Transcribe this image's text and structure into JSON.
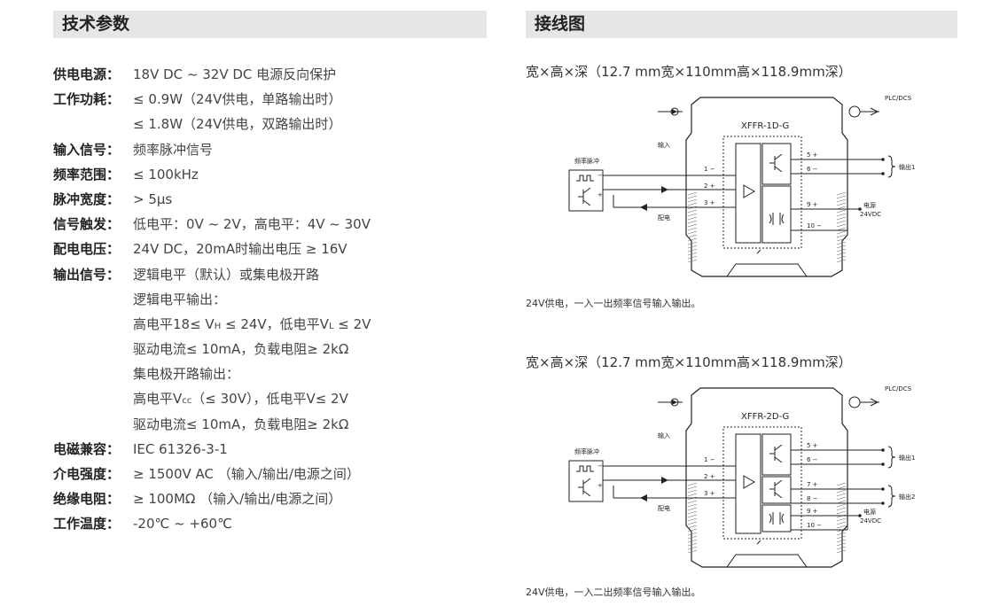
{
  "left": {
    "header": "技术参数",
    "specs": [
      {
        "label": "供电电源：",
        "value": "18V DC ~ 32V DC    电源反向保护"
      },
      {
        "label": "工作功耗：",
        "value": "≤ 0.9W（24V供电，单路输出时）"
      },
      {
        "label": "",
        "value": "≤ 1.8W（24V供电，双路输出时）"
      },
      {
        "label": "输入信号：",
        "value": "频率脉冲信号"
      },
      {
        "label": "频率范围：",
        "value": "≤ 100kHz"
      },
      {
        "label": "脉冲宽度：",
        "value": "> 5μs"
      },
      {
        "label": "信号触发：",
        "value": "低电平：0V ~ 2V，高电平：4V ~ 30V"
      },
      {
        "label": "配电电压：",
        "value": "24V DC，20mA时输出电压 ≥ 16V"
      },
      {
        "label": "输出信号：",
        "value": "逻辑电平（默认）或集电极开路"
      },
      {
        "label": "",
        "value": "逻辑电平输出："
      },
      {
        "label": "",
        "value": "高电平18≤ V",
        "sub": "H",
        "value2": " ≤ 24V，低电平V",
        "sub2": "L",
        "value3": " ≤ 2V"
      },
      {
        "label": "",
        "value": "驱动电流≤ 10mA，负载电阻≥ 2kΩ"
      },
      {
        "label": "",
        "value": "集电极开路输出："
      },
      {
        "label": "",
        "value": "高电平V",
        "sub": "cc",
        "value2": "（≤ 30V），低电平V≤ 2V"
      },
      {
        "label": "",
        "value": "驱动电流≤ 10mA，负载电阻≥ 2kΩ"
      },
      {
        "label": "电磁兼容：",
        "value": "IEC 61326-3-1"
      },
      {
        "label": "介电强度：",
        "value": "≥ 1500V AC （输入/输出/电源之间）"
      },
      {
        "label": "绝缘电阻：",
        "value": "≥ 100MΩ （输入/输出/电源之间）"
      },
      {
        "label": "工作温度：",
        "value": "-20℃ ~ +60℃"
      }
    ]
  },
  "right": {
    "header": "接线图",
    "diagrams": [
      {
        "dims": "宽×高×深（12.7 mm宽×110mm高×118.9mm深）",
        "model": "XFFR-1D-G",
        "plc": "PLC/DCS",
        "input": "输入",
        "source": "频率脉冲",
        "power_dist": "配电",
        "power": "电源",
        "power_v": "24VDC",
        "out1": "输出1",
        "out2": "",
        "caption": "24V供电，一入一出频率信号输入输出。"
      },
      {
        "dims": "宽×高×深（12.7 mm宽×110mm高×118.9mm深）",
        "model": "XFFR-2D-G",
        "plc": "PLC/DCS",
        "input": "输入",
        "source": "频率脉冲",
        "power_dist": "配电",
        "power": "电源",
        "power_v": "24VDC",
        "out1": "输出1",
        "out2": "输出2",
        "caption": "24V供电，一入二出频率信号输入输出。"
      }
    ]
  }
}
